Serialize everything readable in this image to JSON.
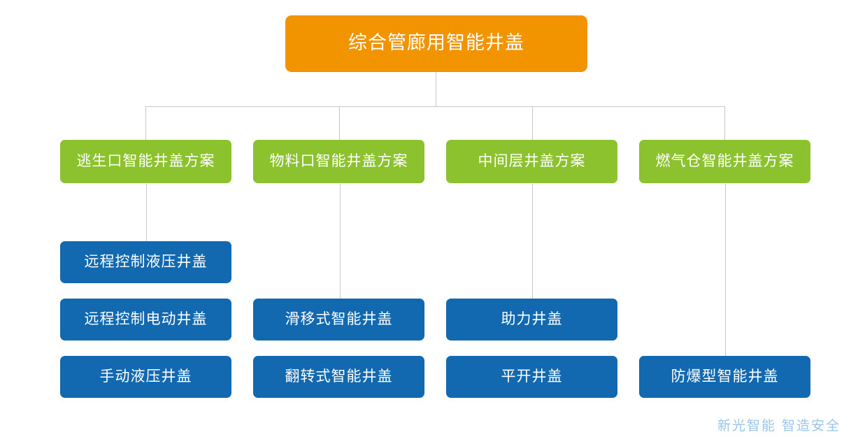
{
  "diagram": {
    "title": "综合管廊用智能井盖",
    "colors": {
      "root": "#F29400",
      "category": "#8CC22D",
      "leaf": "#1269B0",
      "connector": "#c9c9c9",
      "watermark": "#9CC6E8",
      "background": "#FFFFFF"
    },
    "root": {
      "label": "综合管廊用智能井盖"
    },
    "categories": [
      {
        "label": "逃生口智能井盖方案"
      },
      {
        "label": "物料口智能井盖方案"
      },
      {
        "label": "中间层井盖方案"
      },
      {
        "label": "燃气仓智能井盖方案"
      }
    ],
    "leaves": [
      {
        "label": "远程控制液压井盖"
      },
      {
        "label": "远程控制电动井盖"
      },
      {
        "label": "手动液压井盖"
      },
      {
        "label": "滑移式智能井盖"
      },
      {
        "label": "翻转式智能井盖"
      },
      {
        "label": "助力井盖"
      },
      {
        "label": "平开井盖"
      },
      {
        "label": "防爆型智能井盖"
      }
    ]
  },
  "watermark": {
    "text": "新光智能 智造安全"
  }
}
